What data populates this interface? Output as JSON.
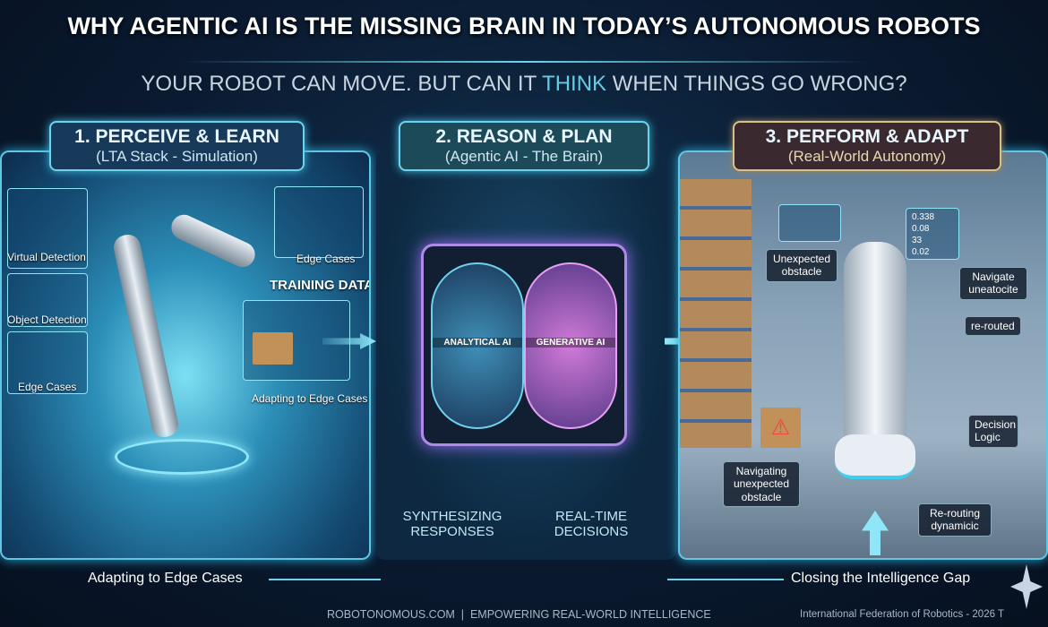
{
  "header": {
    "title": "WHY AGENTIC AI IS THE MISSING BRAIN IN TODAY’S AUTONOMOUS ROBOTS",
    "subtitle_pre": "YOUR ROBOT CAN MOVE. BUT CAN IT ",
    "subtitle_highlight": "THINK",
    "subtitle_post": " WHEN THINGS GO WRONG?"
  },
  "stages": [
    {
      "title": "1. PERCEIVE & LEARN",
      "subtitle": "(LTA Stack - Simulation)",
      "labels": [
        "Virtual Detection",
        "Object Detection",
        "Edge Cases",
        "Edge Cases",
        "TRAINING DATA",
        "Adapting to Edge Cases"
      ],
      "caption": "Adapting to Edge Cases"
    },
    {
      "title": "2. REASON & PLAN",
      "subtitle": "(Agentic AI - The Brain)",
      "left_brain": "ANALYTICAL AI",
      "right_brain": "GENERATIVE AI",
      "caption_left": "SYNTHESIZING RESPONSES",
      "caption_right": "REAL-TIME DECISIONS"
    },
    {
      "title": "3. PERFORM & ADAPT",
      "subtitle": "(Real-World Autonomy)",
      "labels": [
        "Unexpected obstacle",
        "Navigate uneatocite",
        "re-routed",
        "Decision Logic",
        "Navigating unexpected obstacle",
        "Re-routing dynamicic"
      ],
      "readouts": [
        "0.338",
        "0.08",
        "33",
        "0.02"
      ],
      "caption": "Closing the Intelligence Gap"
    }
  ],
  "footer": {
    "credits": "ROBOTONOMOUS.COM  |  EMPOWERING REAL-WORLD INTELLIGENCE",
    "source": "International Federation of Robotics - 2026 T"
  },
  "colors": {
    "accent": "#63cde6",
    "background": "#0a1a30",
    "brain_border": "#b08ae8",
    "stage3_border": "#d8c08a"
  }
}
